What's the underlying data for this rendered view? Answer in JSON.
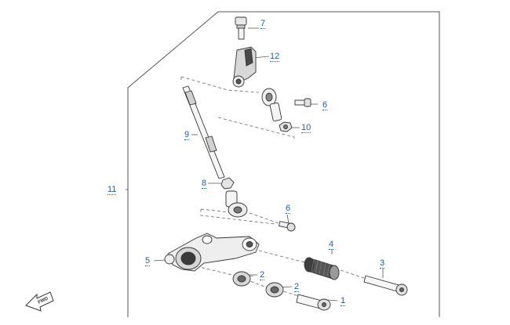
{
  "diagram": {
    "fwd_label": "FWD",
    "callouts": [
      {
        "id": "c7",
        "text": "7"
      },
      {
        "id": "c12",
        "text": "12"
      },
      {
        "id": "c6a",
        "text": "6"
      },
      {
        "id": "c10",
        "text": "10"
      },
      {
        "id": "c9",
        "text": "9"
      },
      {
        "id": "c11",
        "text": "11"
      },
      {
        "id": "c8",
        "text": "8"
      },
      {
        "id": "c6b",
        "text": "6"
      },
      {
        "id": "c4",
        "text": "4"
      },
      {
        "id": "c5",
        "text": "5"
      },
      {
        "id": "c3",
        "text": "3"
      },
      {
        "id": "c2a",
        "text": "2"
      },
      {
        "id": "c2b",
        "text": "2"
      },
      {
        "id": "c1",
        "text": "1"
      }
    ]
  },
  "colors": {
    "callout": "#1a5fa8",
    "outline": "#333333",
    "part_fill": "#f4f4f4",
    "part_shade": "#bdbdbd",
    "dark": "#3a3a3a"
  }
}
